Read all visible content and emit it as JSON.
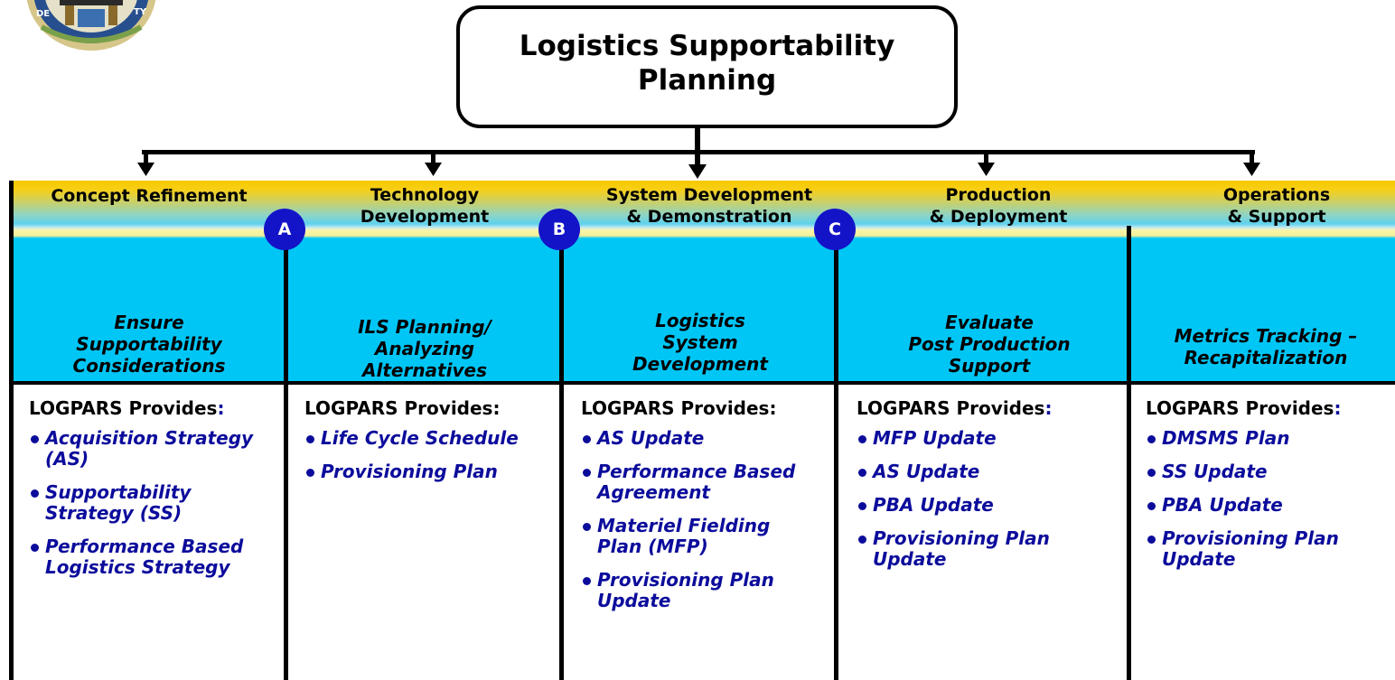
{
  "diagram": {
    "title": "Logistics Supportability\nPlanning",
    "phases": [
      {
        "name": "Concept Refinement",
        "activity": "Ensure\nSupportability\nConsiderations",
        "provides_label": "LOGPARS Provides",
        "provides_colon": ":",
        "items": [
          "Acquisition Strategy\n(AS)",
          "Supportability\nStrategy (SS)",
          "Performance Based\nLogistics Strategy"
        ]
      },
      {
        "name": "Technology\nDevelopment",
        "activity": "ILS Planning/\nAnalyzing\nAlternatives",
        "provides_label": "LOGPARS Provides",
        "provides_colon": ":",
        "items": [
          "Life Cycle Schedule",
          "Provisioning Plan"
        ]
      },
      {
        "name": "System Development\n& Demonstration",
        "activity": "Logistics\nSystem\nDevelopment",
        "provides_label": "LOGPARS Provides",
        "provides_colon": ":",
        "items": [
          "AS Update",
          "Performance Based\nAgreement",
          "Materiel Fielding\nPlan (MFP)",
          "Provisioning Plan\nUpdate"
        ]
      },
      {
        "name": "Production\n& Deployment",
        "activity": "Evaluate\nPost Production\nSupport",
        "provides_label": "LOGPARS Provides",
        "provides_colon": ":",
        "items": [
          "MFP Update",
          "AS Update",
          "PBA Update",
          "Provisioning Plan\nUpdate"
        ]
      },
      {
        "name": "Operations\n& Support",
        "activity": "Metrics Tracking –\nRecapitalization",
        "provides_label": "LOGPARS Provides",
        "provides_colon": ":",
        "items": [
          "DMSMS Plan",
          "SS Update",
          "PBA Update",
          "Provisioning Plan\nUpdate"
        ]
      }
    ],
    "milestones": [
      "A",
      "B",
      "C"
    ]
  },
  "colors": {
    "band_top": "#f6c800",
    "band_main": "#00c6f6",
    "milestone": "#1313c8",
    "item_text": "#0c0c9c"
  },
  "icons": {
    "logo": "department-seal"
  }
}
